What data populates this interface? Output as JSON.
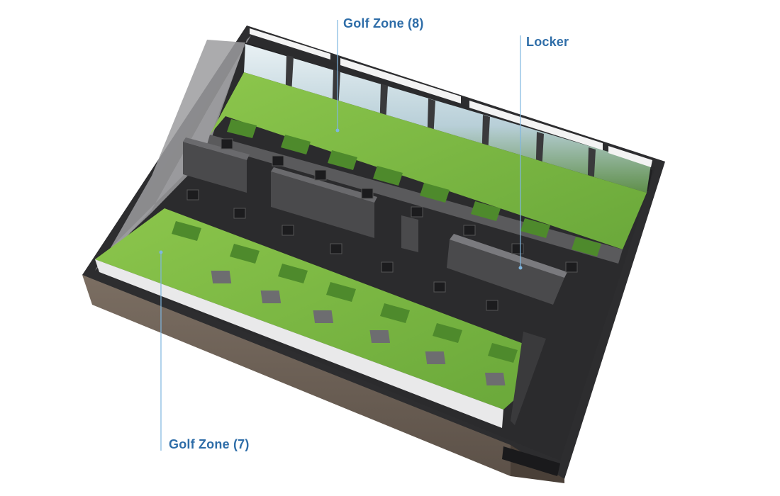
{
  "colors": {
    "label": "#2E6DA8",
    "leader": "#7FB6E0",
    "turf": "#7DB843",
    "turf_dark": "#4E8A2C",
    "floor": "#2B2B2D",
    "wall": "#4A4A4C",
    "screen_sky": "#DDE9EE",
    "facade": "#6E6257"
  },
  "callouts": {
    "golf_zone_8": {
      "label": "Golf Zone (8)"
    },
    "locker": {
      "label": "Locker"
    },
    "golf_zone_7": {
      "label": "Golf Zone (7)"
    }
  }
}
